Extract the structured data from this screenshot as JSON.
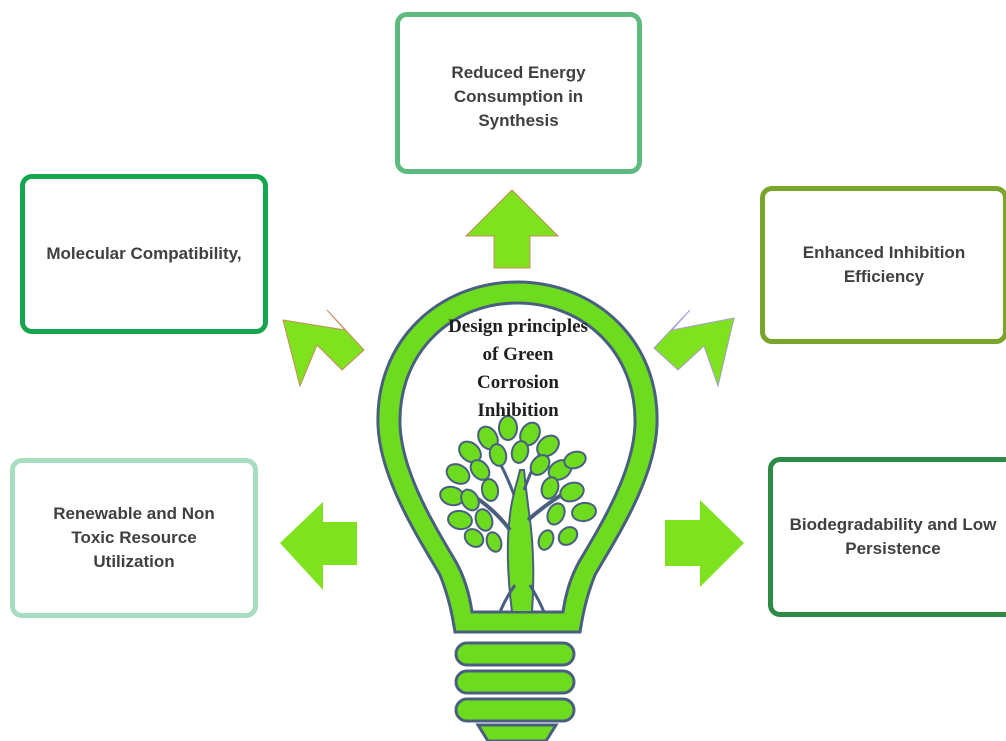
{
  "center": {
    "title": "Design principles\nof Green\nCorrosion\nInhibition"
  },
  "boxes": {
    "top": "Reduced Energy\nConsumption in\nSynthesis",
    "left": "Molecular Compatibility,",
    "right": "Enhanced Inhibition\nEfficiency",
    "bottom_left": "Renewable and Non\nToxic Resource\nUtilization",
    "bottom_right": "Biodegradability and Low\nPersistence"
  },
  "colors": {
    "arrow_fill": "#7ee21e",
    "bulb_fill": "#6ddc1e",
    "bulb_outline": "#4a5f80",
    "box_top": "#5fba80",
    "box_left": "#17a650",
    "box_right": "#7aa52c",
    "box_bottom_left": "#a8dcc1",
    "box_bottom_right": "#2e8b47"
  },
  "icons": [
    "lightbulb-icon",
    "tree-icon",
    "arrow-up-icon",
    "arrow-up-left-icon",
    "arrow-up-right-icon",
    "arrow-left-icon",
    "arrow-right-icon"
  ]
}
